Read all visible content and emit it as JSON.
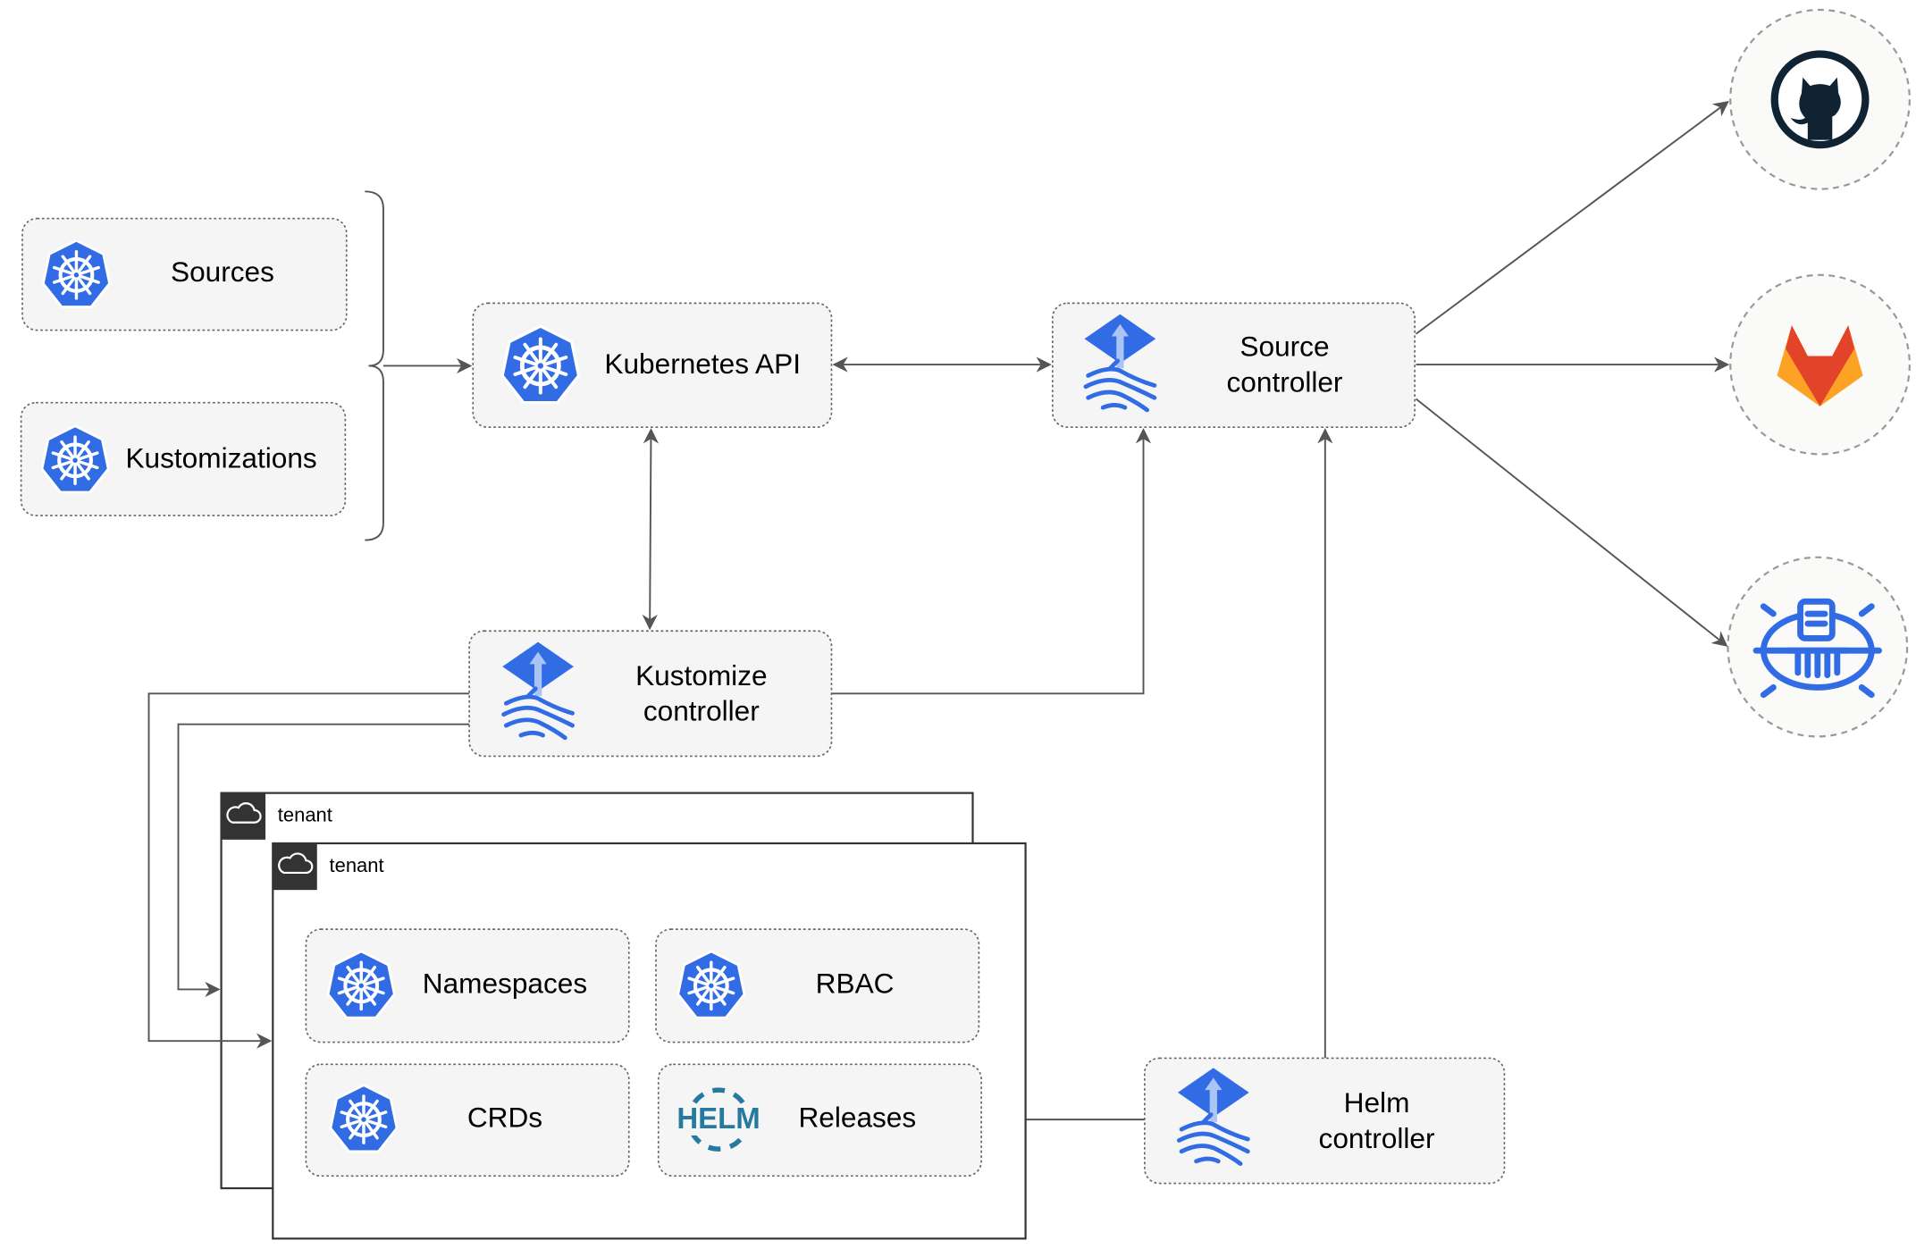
{
  "nodes": {
    "sources": {
      "label": "Sources",
      "icon": "kubernetes-icon"
    },
    "kustomizations": {
      "label": "Kustomizations",
      "icon": "kubernetes-icon"
    },
    "kubernetes_api": {
      "label": "Kubernetes API",
      "icon": "kubernetes-icon"
    },
    "source_controller": {
      "line1": "Source",
      "line2": "controller",
      "icon": "flux-icon"
    },
    "kustomize_controller": {
      "line1": "Kustomize",
      "line2": "controller",
      "icon": "flux-icon"
    },
    "helm_controller": {
      "line1": "Helm",
      "line2": "controller",
      "icon": "flux-icon"
    },
    "namespaces": {
      "label": "Namespaces",
      "icon": "kubernetes-icon"
    },
    "rbac": {
      "label": "RBAC",
      "icon": "kubernetes-icon"
    },
    "crds": {
      "label": "CRDs",
      "icon": "kubernetes-icon"
    },
    "releases": {
      "label": "Releases",
      "icon": "helm-icon",
      "icon_text": "HELM"
    }
  },
  "tenants": [
    {
      "label": "tenant",
      "icon": "cloud-icon"
    },
    {
      "label": "tenant",
      "icon": "cloud-icon"
    }
  ],
  "external": [
    {
      "name": "github",
      "icon": "github-icon"
    },
    {
      "name": "gitlab",
      "icon": "gitlab-icon"
    },
    {
      "name": "bucket",
      "icon": "bucket-icon"
    }
  ],
  "colors": {
    "kubernetes_blue": "#326ce5",
    "helm_blue": "#277a9f",
    "gitlab_orange": "#e24329",
    "github_dark": "#0f2333"
  }
}
